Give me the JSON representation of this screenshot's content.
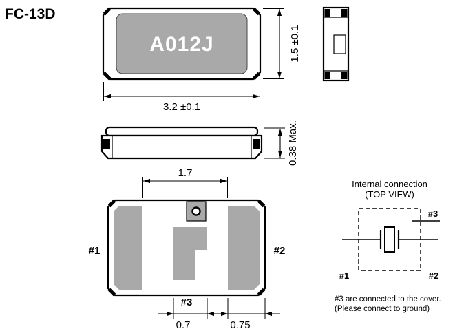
{
  "title": "FC-13D",
  "top_view": {
    "part_label": "A012J",
    "width_dim": "3.2 ±0.1",
    "height_dim": "1.5 ±0.1"
  },
  "side_view": {
    "thickness_dim": "0.38 Max."
  },
  "bottom_view": {
    "pad1_label": "#1",
    "pad2_label": "#2",
    "pad3_label": "#3",
    "inner_gap_dim": "1.7",
    "pad3_width_dim": "0.7",
    "pad_width_dim": "0.75"
  },
  "internal_connection": {
    "title": "Internal connection",
    "subtitle": "(TOP VIEW)",
    "pin1_label": "#1",
    "pin2_label": "#2",
    "pin3_label": "#3"
  },
  "note": {
    "line1": "#3 are connected to the cover.",
    "line2": "(Please connect to ground)"
  },
  "colors": {
    "pad_gray": "#a9a9a9",
    "line": "#000000",
    "background": "#ffffff"
  }
}
